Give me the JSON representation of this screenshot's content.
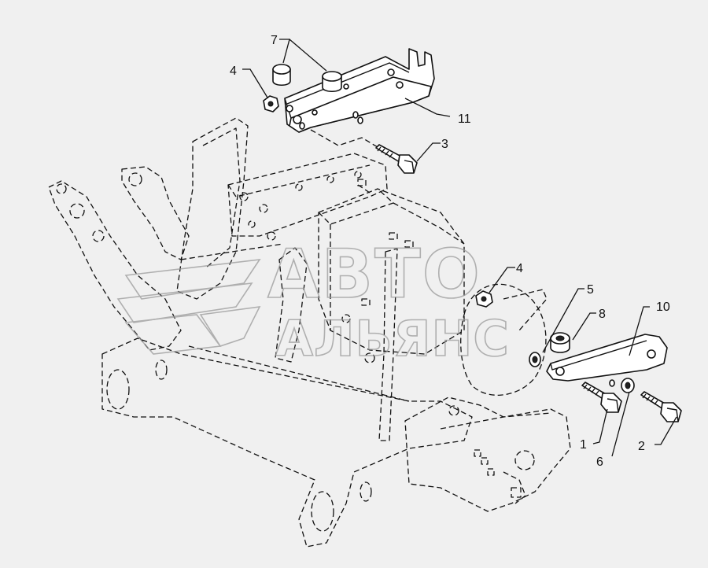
{
  "callouts": {
    "c1": "1",
    "c2": "2",
    "c3": "3",
    "c4a": "4",
    "c4b": "4",
    "c5": "5",
    "c6": "6",
    "c7": "7",
    "c8": "8",
    "c10": "10",
    "c11": "11"
  },
  "watermark": {
    "line1": "АВТО",
    "line2": "АЛЬЯНС"
  },
  "colors": {
    "background": "#f0f0f0",
    "line": "#111111",
    "watermark": "#9a9a9a"
  }
}
